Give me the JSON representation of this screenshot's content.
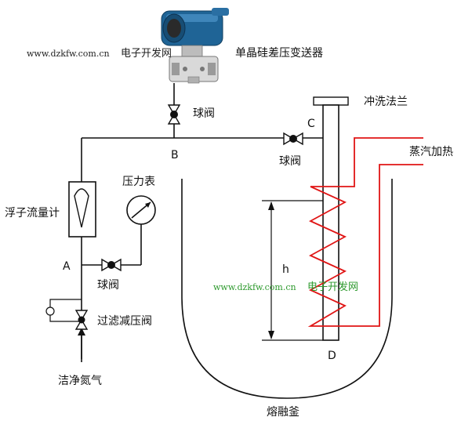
{
  "title": "",
  "labels": {
    "transmitter": "单晶硅差压变送器",
    "valve_top": "球阀",
    "point_b": "B",
    "valve_right": "球阀",
    "point_c": "C",
    "flush_flange": "冲洗法兰",
    "steam_heating": "蒸汽加热",
    "flowmeter": "浮子流量计",
    "pressure_gauge": "压力表",
    "point_a": "A",
    "valve_left": "球阀",
    "reducer": "过滤减压阀",
    "nitrogen": "洁净氮气",
    "height": "h",
    "point_d": "D",
    "kettle": "熔融釜"
  },
  "watermarks": {
    "top_url": "www.dzkfw.com.cn",
    "top_cn": "电子开发网",
    "mid_url": "www.dzkfw.com.cn",
    "mid_cn": "电子开发网"
  },
  "colors": {
    "line": "#111111",
    "heating_coil": "#e01515",
    "transmitter_body": "#1c5d8a"
  },
  "icons": {
    "transmitter": "pressure-transmitter-icon",
    "valve": "ball-valve-icon",
    "gauge": "pressure-gauge-icon",
    "flowmeter": "rotameter-icon",
    "reducer": "pressure-reducing-valve-icon"
  }
}
